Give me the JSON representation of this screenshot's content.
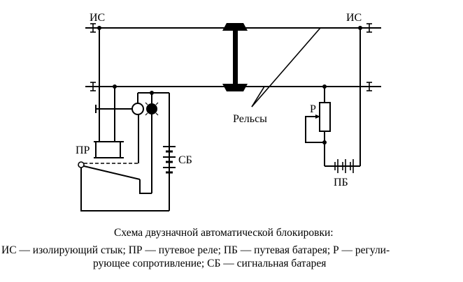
{
  "diagram": {
    "labels": {
      "joint_left_top": "ИС",
      "joint_right_top": "ИС",
      "rails": "Рельсы",
      "track_relay": "ПР",
      "signal_battery": "СБ",
      "resistor": "Р",
      "track_battery": "ПБ"
    },
    "caption": {
      "title": "Схема двузначной автоматической блокировки:",
      "line1": "ИС — изолирующий стык; ПР — путевое реле; ПБ — путевая батарея; Р — регули-",
      "line2": "рующее сопротивление; СБ — сигнальная батарея"
    },
    "signal_lamps": {
      "lamp_1": "off",
      "lamp_2": "on"
    }
  }
}
